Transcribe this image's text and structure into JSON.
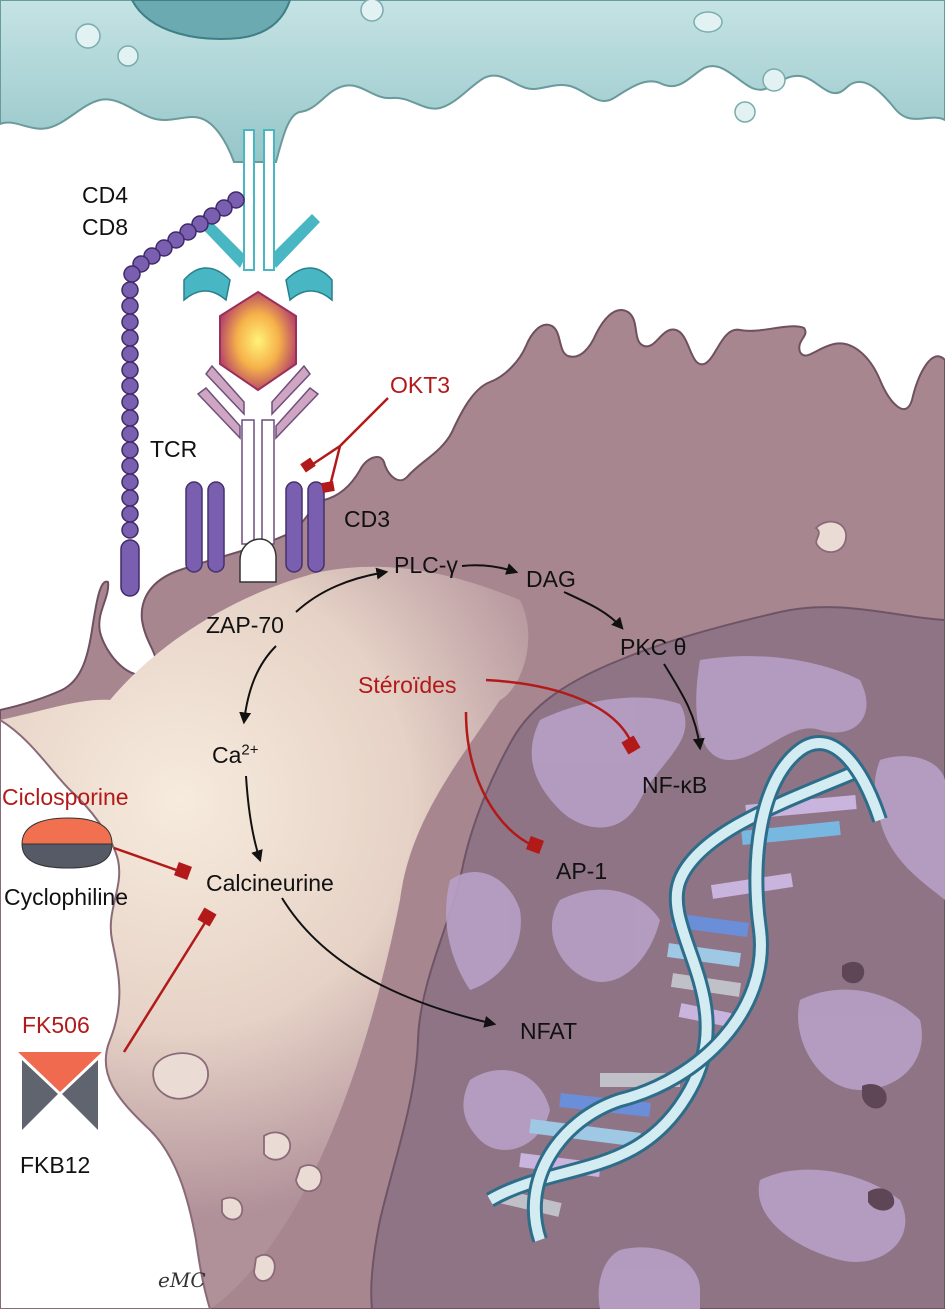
{
  "colors": {
    "apc_cell": "#a8d4d6",
    "t_cell": "#a78690",
    "cytoplasm_light": "#eddcce",
    "nucleus": "#8f7486",
    "chromatin": "#b8a0c6",
    "inhibitor_red": "#b21a1a",
    "cd4_purple": "#6f4f9e",
    "tcr_teal": "#49b6c4"
  },
  "labels": {
    "cd4": "CD4",
    "cd8": "CD8",
    "tcr": "TCR",
    "cd3": "CD3",
    "okt3": "OKT3",
    "zap70": "ZAP-70",
    "plc": "PLC-γ",
    "dag": "DAG",
    "pkc": "PKC θ",
    "steroides": "Stéroïdes",
    "nfkb": "NF-κB",
    "ap1": "AP-1",
    "ca_base": "Ca",
    "ca_sup": "2+",
    "ciclosporine": "Ciclosporine",
    "cyclophiline": "Cyclophiline",
    "calcineurine": "Calcineurine",
    "fk506": "FK506",
    "fkb12": "FKB12",
    "nfat": "NFAT",
    "signature": "eMC"
  },
  "icons": [
    "dna-helix-icon",
    "cyclophiline-complex-icon",
    "fkb12-complex-icon",
    "mhc-antigen-icon"
  ]
}
